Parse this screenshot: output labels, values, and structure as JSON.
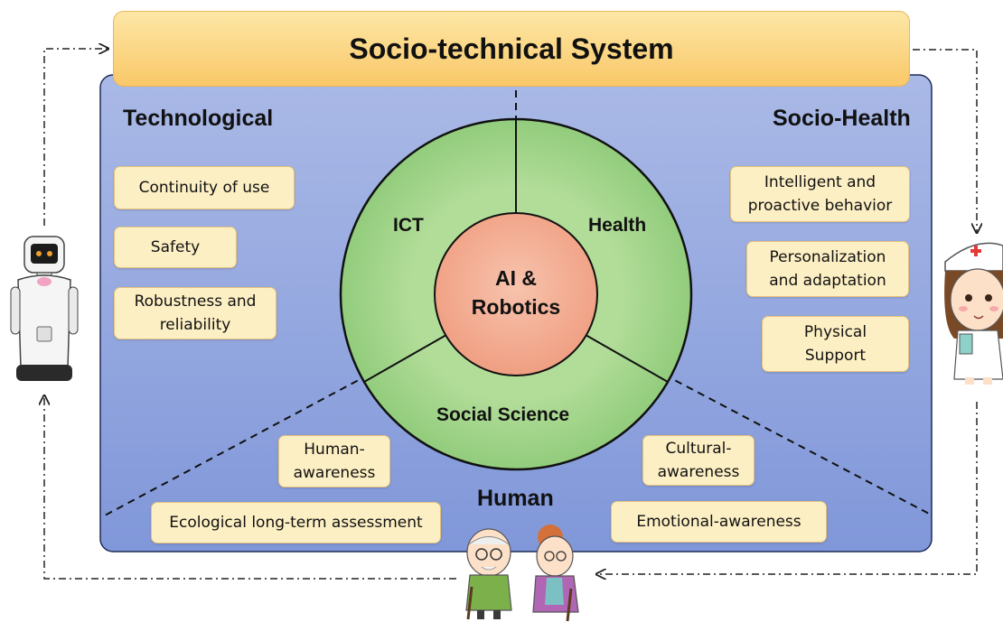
{
  "title": "Socio-technical System",
  "sections": {
    "technological": "Technological",
    "socio_health": "Socio-Health",
    "human": "Human"
  },
  "rings": {
    "ict": "ICT",
    "health": "Health",
    "social_science": "Social Science",
    "core": "AI &\nRobotics"
  },
  "technological_items": [
    "Continuity of use",
    "Safety",
    "Robustness and\nreliability"
  ],
  "socio_health_items": [
    "Intelligent and\nproactive behavior",
    "Personalization\nand adaptation",
    "Physical\nSupport"
  ],
  "human_items": [
    "Human-\nawareness",
    "Cultural-\nawareness",
    "Ecological long-term assessment",
    "Emotional-awareness"
  ],
  "figures": {
    "robot": "robot-illustration",
    "nurse": "nurse-illustration",
    "elderly": "elderly-couple-illustration"
  },
  "colors": {
    "panel": "#8ea3dd",
    "outer_ring": "#9cd287",
    "core": "#f2a98e",
    "box_fill": "#fdefc4",
    "banner": "#f9c868"
  }
}
